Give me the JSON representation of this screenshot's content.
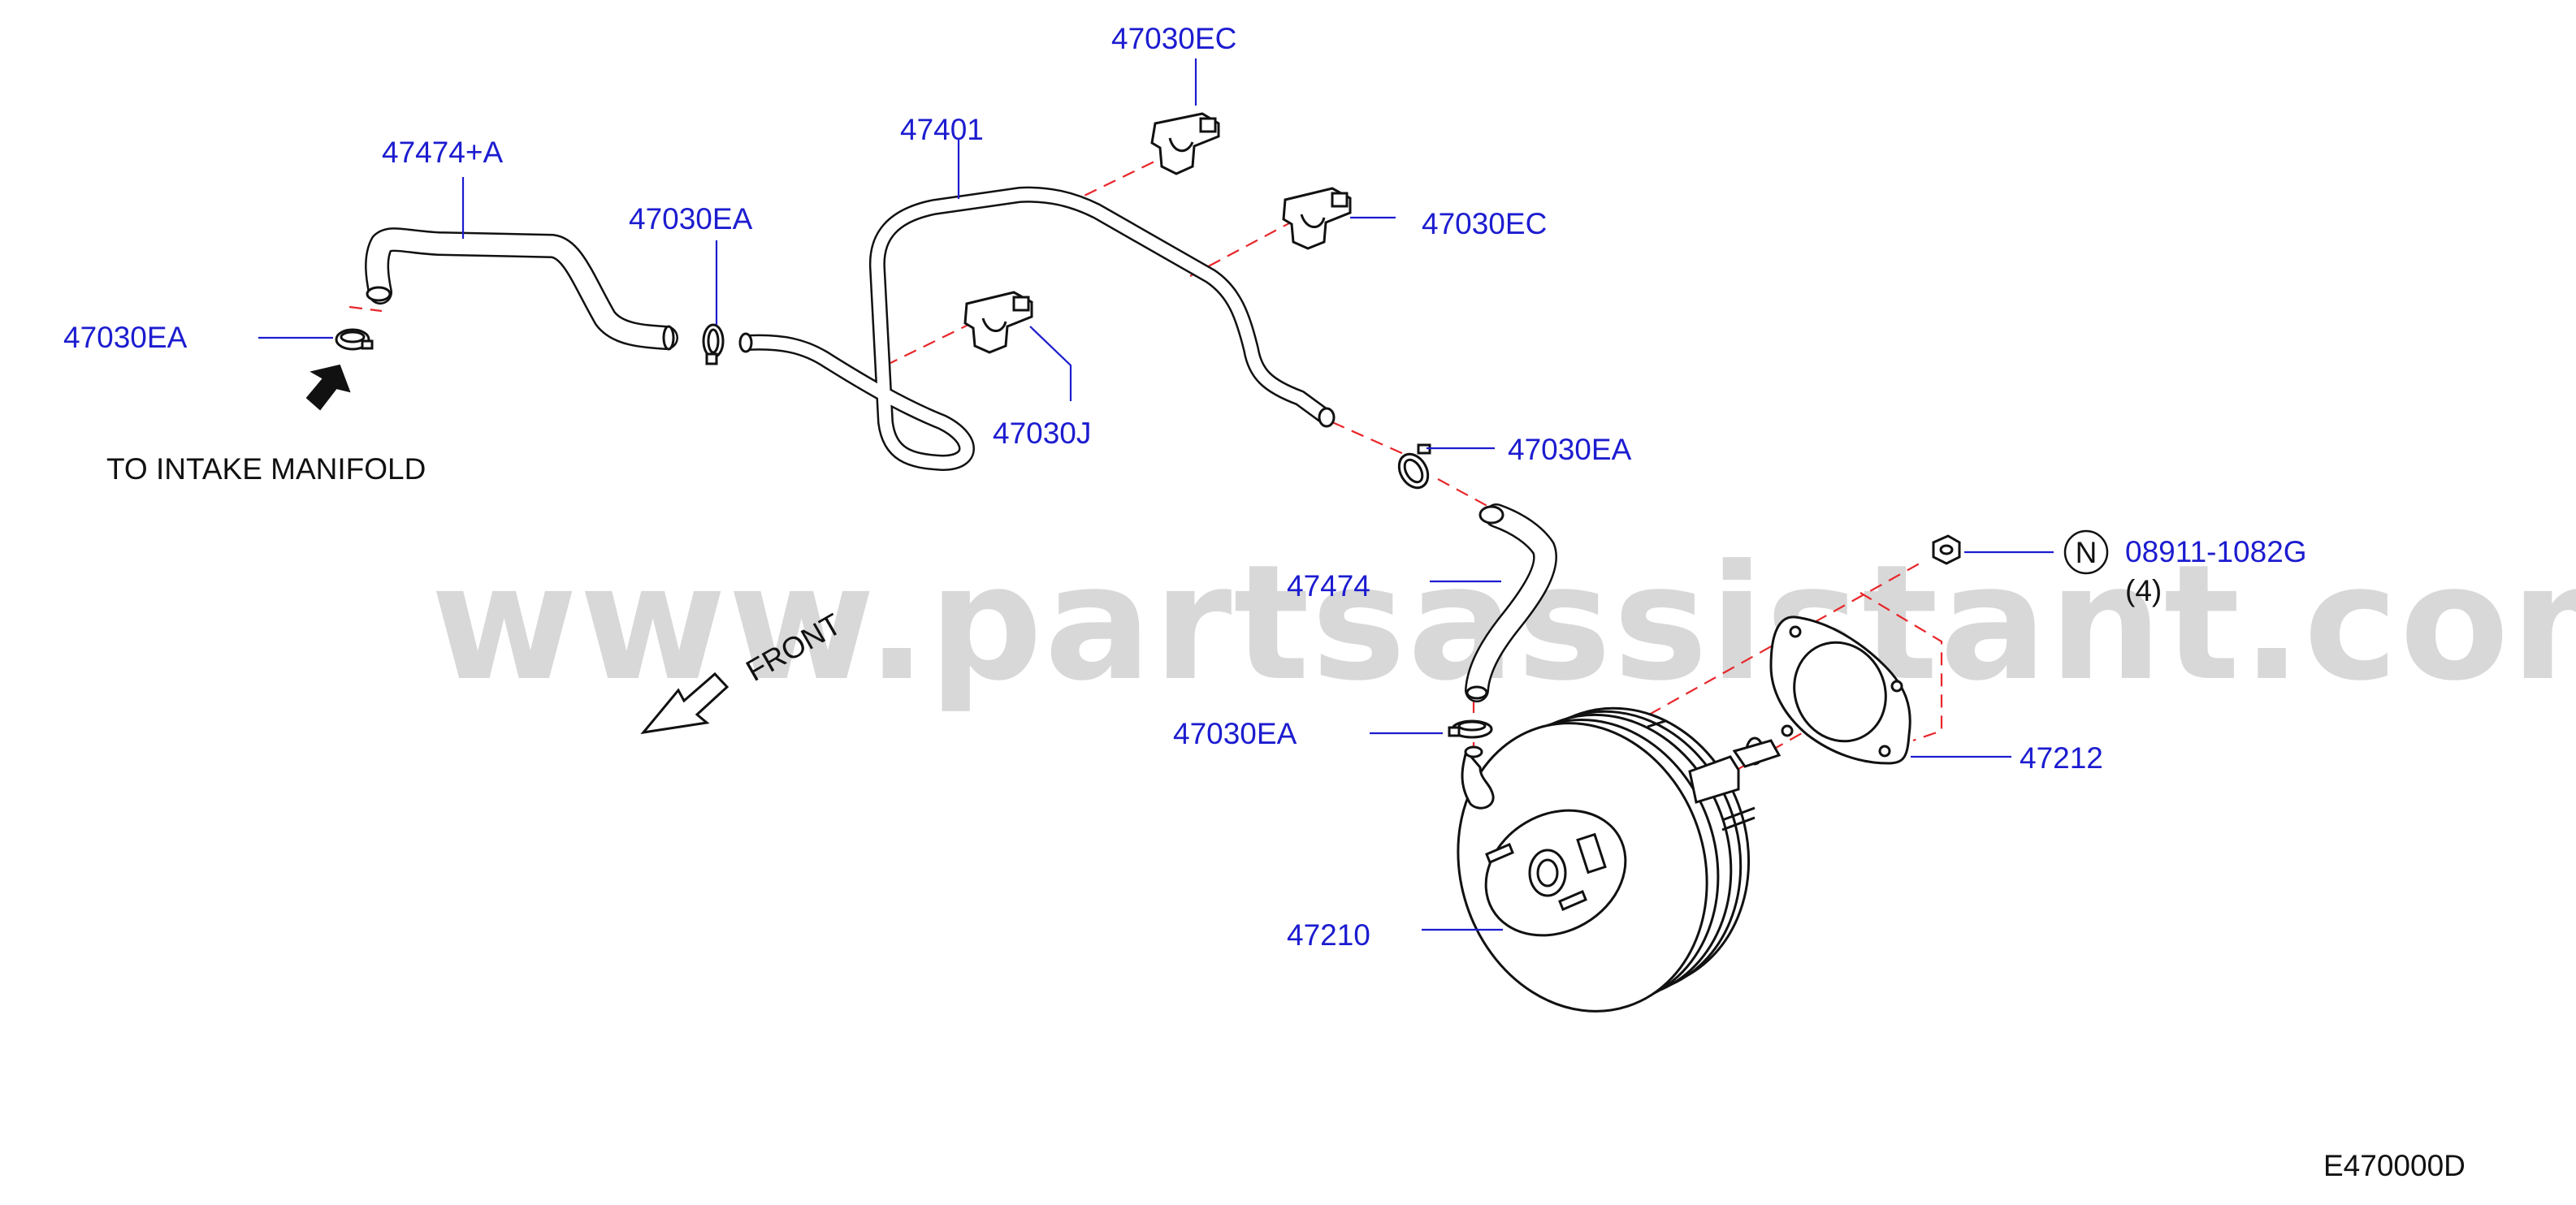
{
  "watermark": "www.partsassistant.com",
  "diagram_code": "E470000D",
  "notes": {
    "to_intake": "TO  INTAKE  MANIFOLD",
    "front": "FRONT"
  },
  "parts": {
    "hose_upper": "47474+A",
    "clamp_left": "47030EA",
    "clamp_mid": "47030EA",
    "tube": "47401",
    "clip_top": "47030EC",
    "clip_right": "47030EC",
    "clip_j": "47030J",
    "clamp_right": "47030EA",
    "hose_lower": "47474",
    "clamp_lower": "47030EA",
    "nut": "08911-1082G",
    "nut_qty": "(4)",
    "nut_symbol": "N",
    "gasket": "47212",
    "booster": "47210"
  },
  "colors": {
    "part_number": "#1c1cd0",
    "dashed_line": "#e8262a",
    "watermark": "#d8d8d8"
  }
}
